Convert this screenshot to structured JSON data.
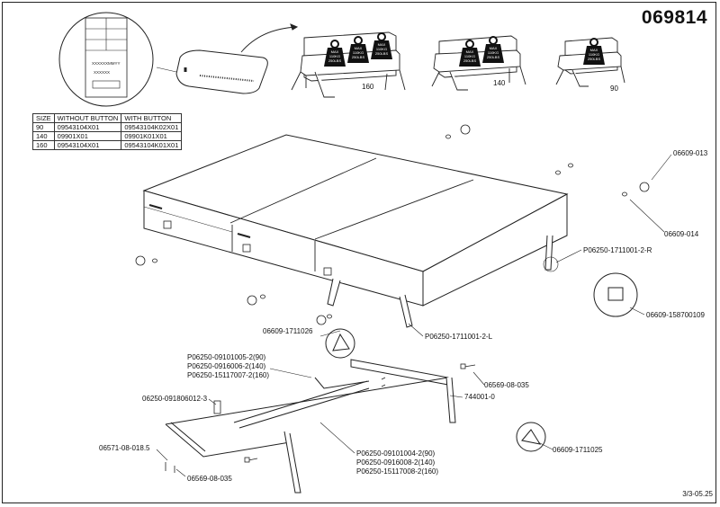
{
  "header": {
    "document_number": "069814"
  },
  "footer": {
    "page_code": "3/3-05.25"
  },
  "size_table": {
    "headers": [
      "SIZE",
      "WITHOUT BUTTON",
      "WITH BUTTON"
    ],
    "rows": [
      [
        "90",
        "09543104X01",
        "09543104K02X01"
      ],
      [
        "140",
        "09901X01",
        "09901K01X01"
      ],
      [
        "160",
        "09543104X01",
        "09543104K01X01"
      ]
    ]
  },
  "sofas": [
    {
      "size": "160",
      "loads": [
        "MAX 110KG 250LBS",
        "MAX 110KG 250LBS",
        "MAX 110KG 250LBS"
      ]
    },
    {
      "size": "140",
      "loads": [
        "MAX 110KG 250LBS",
        "MAX 110KG 250LBS"
      ]
    },
    {
      "size": "90",
      "loads": [
        "MAX 110KG 250LBS"
      ]
    }
  ],
  "load_badge": {
    "line1": "MAX",
    "line2": "110KG",
    "line3": "250LBS"
  },
  "label_card": {
    "line1": "XXXXXXMMYY",
    "line2": "XXXXXX"
  },
  "part_labels": {
    "p1": "06609-013",
    "p2": "06609-014",
    "p3": "P06250-1711001-2-R",
    "p4": "06609-158700109",
    "p5": "P06250-1711001-2-L",
    "p6": "06609-1711026",
    "p7": [
      "P06250-09101005-2(90)",
      "P06250-0916006-2(140)",
      "P06250-15117007-2(160)"
    ],
    "p8": "06569-08-035",
    "p9": "744001-0",
    "p10": "06250-091806012-3",
    "p11": "06571-08-018.5",
    "p12": "06569-08-035",
    "p13": [
      "P06250-09101004-2(90)",
      "P06250-0916008-2(140)",
      "P06250-15117008-2(160)"
    ],
    "p14": "06609-1711025"
  }
}
